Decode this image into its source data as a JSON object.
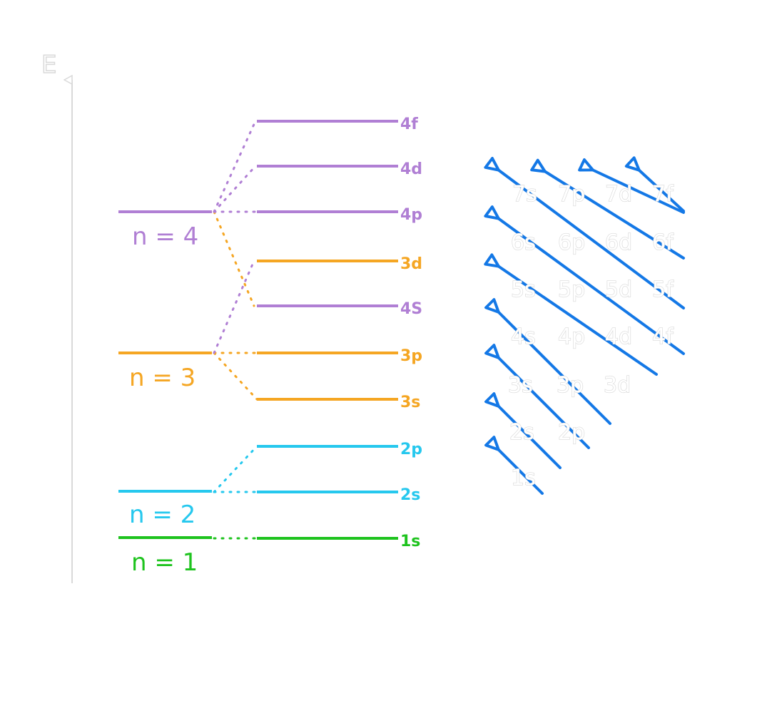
{
  "colors": {
    "n1": "#1ec31e",
    "n2": "#26c8ee",
    "n3": "#f5a623",
    "n4": "#b07fd4",
    "arrow": "#1478e6",
    "axis": "#d9d9d9"
  },
  "axis": {
    "label": "E"
  },
  "shells": [
    {
      "label": "n = 1",
      "color_key": "n1"
    },
    {
      "label": "n = 2",
      "color_key": "n2"
    },
    {
      "label": "n = 3",
      "color_key": "n3"
    },
    {
      "label": "n = 4",
      "color_key": "n4"
    }
  ],
  "levels": [
    {
      "label": "1s",
      "shell": 1
    },
    {
      "label": "2s",
      "shell": 2
    },
    {
      "label": "2p",
      "shell": 2
    },
    {
      "label": "3s",
      "shell": 3
    },
    {
      "label": "3p",
      "shell": 3
    },
    {
      "label": "4S",
      "shell": 4
    },
    {
      "label": "3d",
      "shell": 3
    },
    {
      "label": "4p",
      "shell": 4
    },
    {
      "label": "4d",
      "shell": 4
    },
    {
      "label": "4f",
      "shell": 4
    }
  ],
  "filling_grid": [
    [
      "7s",
      "7p",
      "7d",
      "7f"
    ],
    [
      "6s",
      "6p",
      "6d",
      "6f"
    ],
    [
      "5s",
      "5p",
      "5d",
      "5f"
    ],
    [
      "4s",
      "4p",
      "4d",
      "4f"
    ],
    [
      "3s",
      "3p",
      "3d"
    ],
    [
      "2s",
      "2p"
    ],
    [
      "1s"
    ]
  ]
}
